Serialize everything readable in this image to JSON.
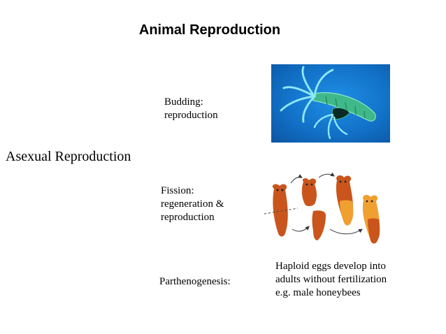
{
  "slide": {
    "title": "Animal Reproduction",
    "category": "Asexual Reproduction",
    "budding": {
      "line1": "Budding:",
      "line2": "reproduction"
    },
    "fission": {
      "line1": "Fission:",
      "line2": "regeneration &",
      "line3": "reproduction"
    },
    "parthenogenesis": {
      "label": "Parthenogenesis:"
    },
    "description": {
      "line1": "Haploid eggs develop into",
      "line2": "adults without fertilization",
      "line3": "e.g. male honeybees"
    }
  },
  "images": {
    "hydra": {
      "icon": "hydra-budding-photo",
      "background": "#1272c8",
      "body_color": "#3fb98a"
    },
    "planarian": {
      "icon": "planarian-fission-drawing",
      "body_color": "#c9551d",
      "head_color": "#f0a030"
    }
  }
}
